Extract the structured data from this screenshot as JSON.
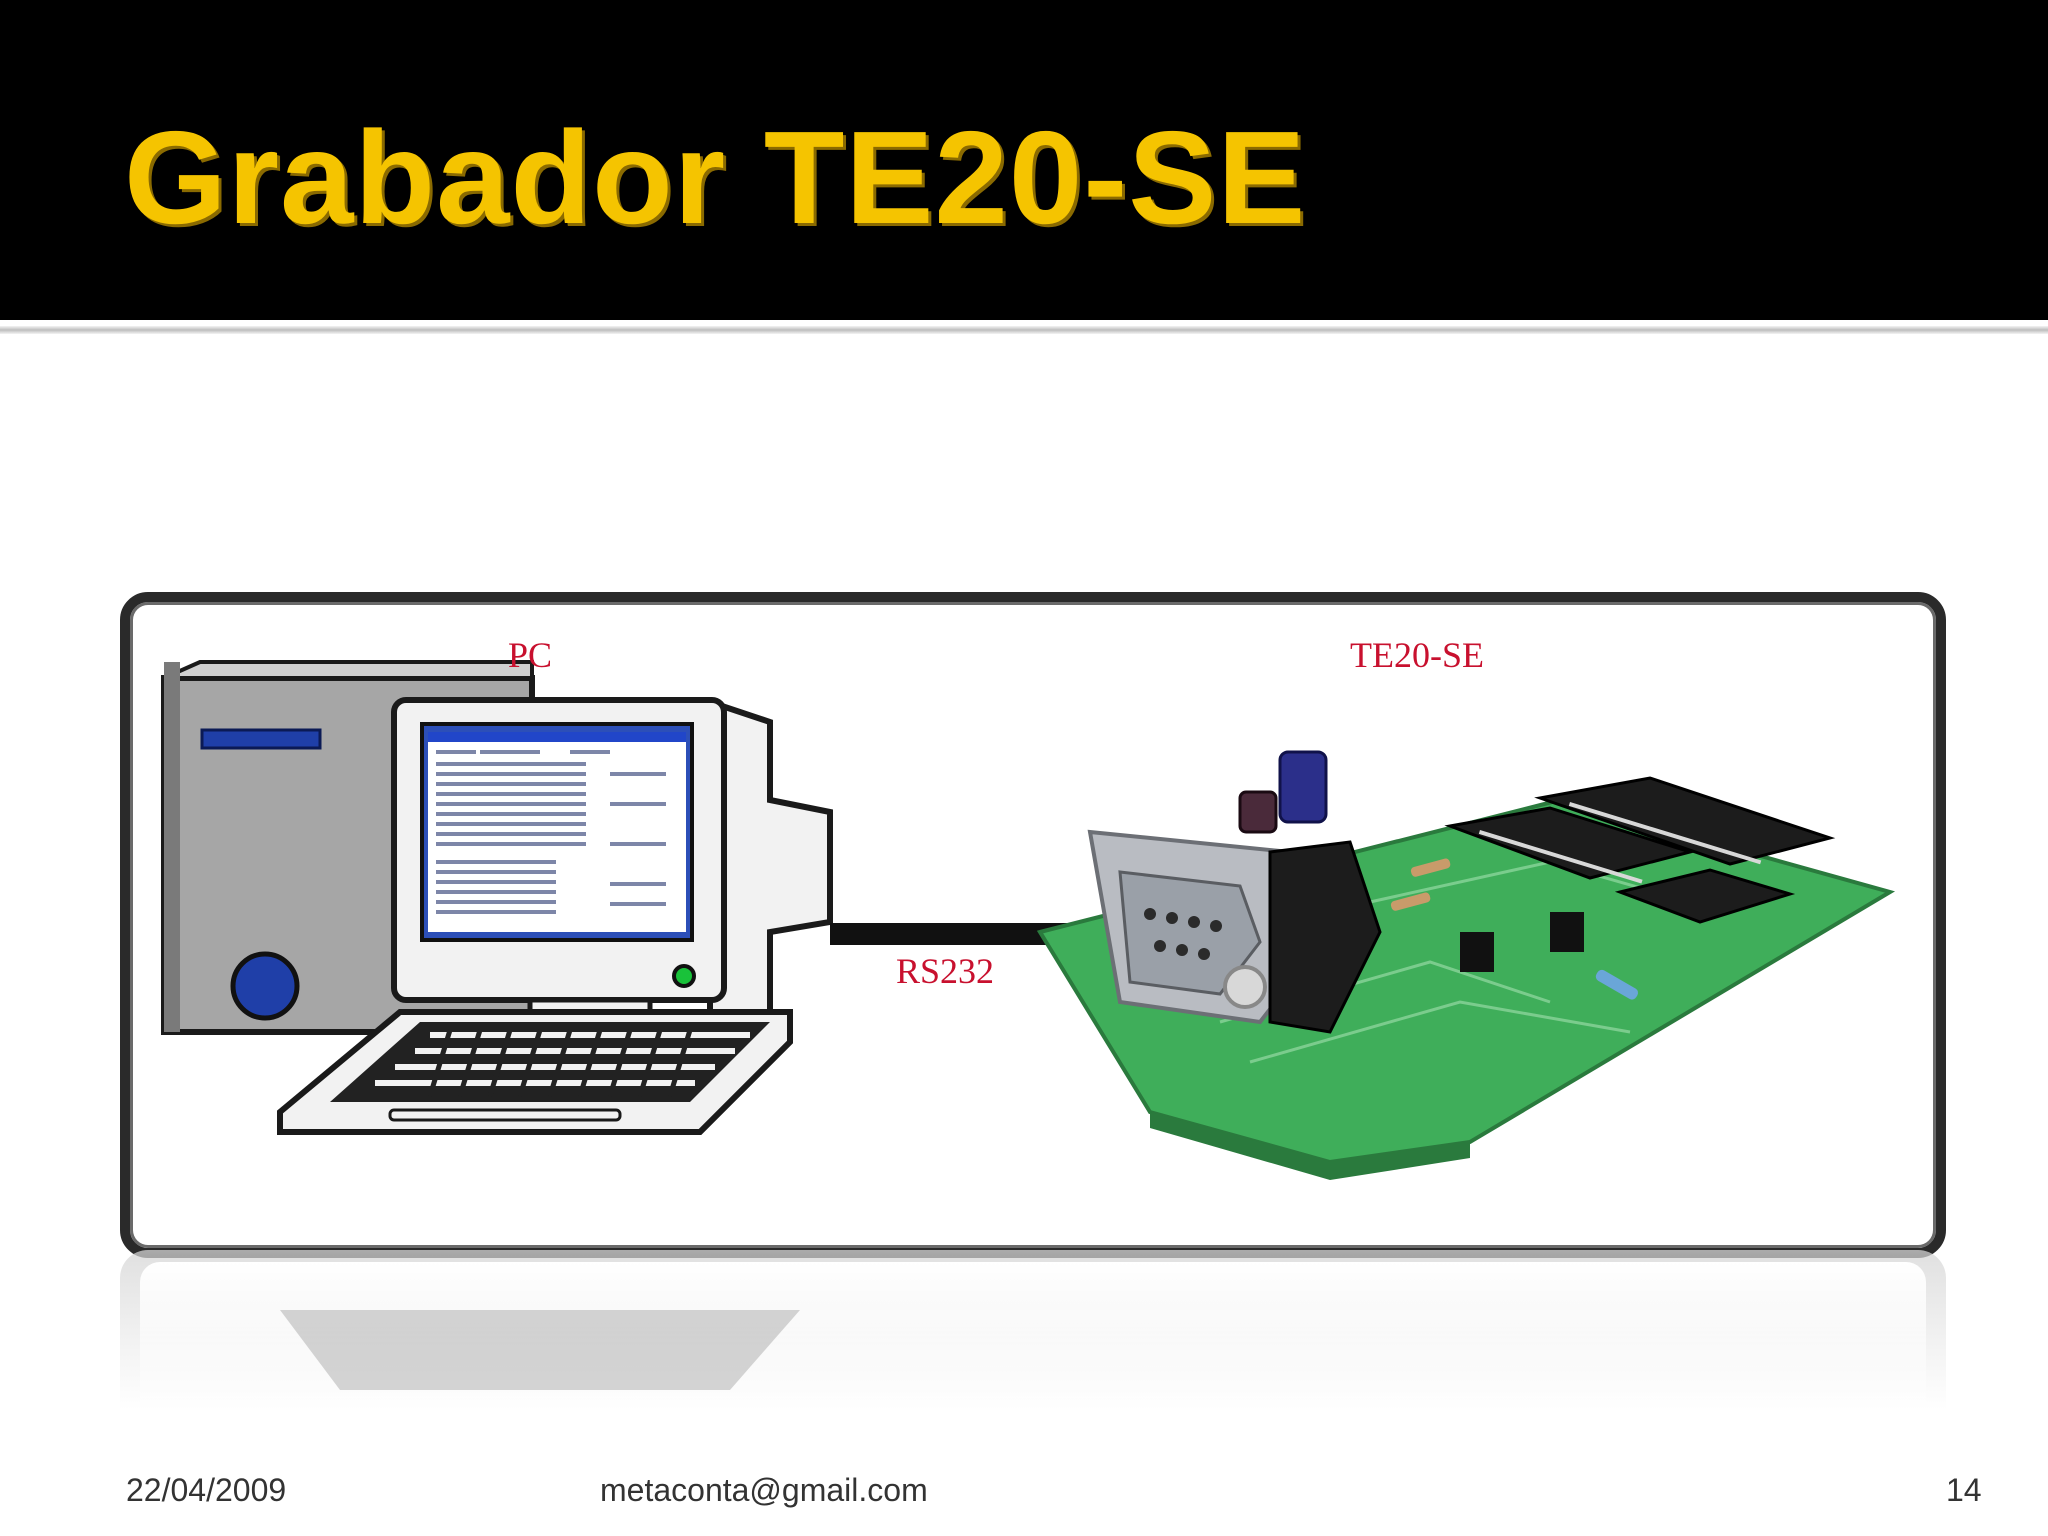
{
  "slide": {
    "title": "Grabador TE20-SE"
  },
  "diagram": {
    "pc_label": "PC",
    "device_label": "TE20-SE",
    "cable_label": "RS232"
  },
  "footer": {
    "date": "22/04/2009",
    "email": "metaconta@gmail.com",
    "page_number": "14"
  },
  "colors": {
    "title_yellow": "#f5c400",
    "label_red": "#c8102e",
    "pcb_green": "#3fae5a",
    "tower_gray": "#a6a6a6",
    "drive_blue": "#1f3fa8"
  }
}
